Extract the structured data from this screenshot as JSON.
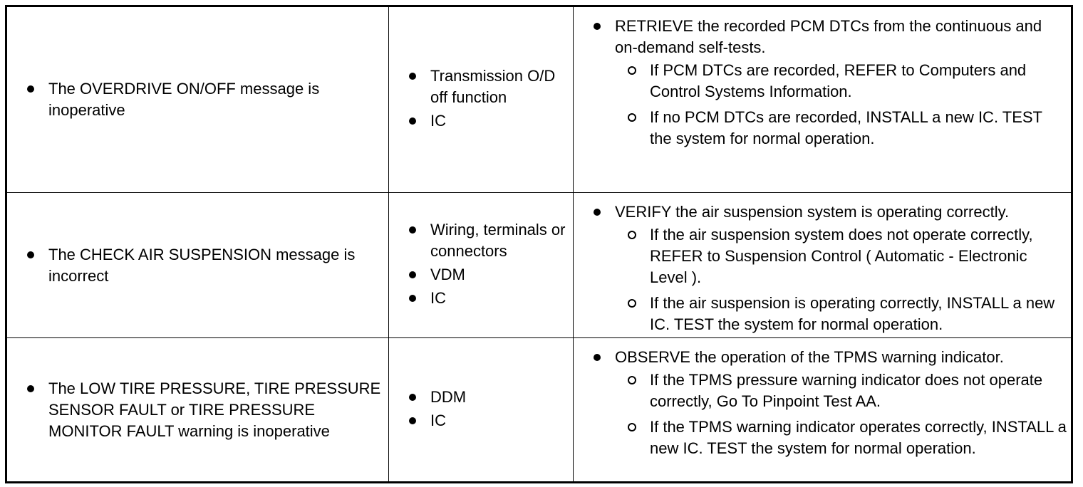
{
  "rows": [
    {
      "condition": "The OVERDRIVE ON/OFF message is inoperative",
      "sources": [
        "Transmission O/D off function",
        "IC"
      ],
      "action": {
        "main": "RETRIEVE the recorded PCM DTCs from the continuous and on-demand self-tests.",
        "subs": [
          "If PCM DTCs are recorded, REFER to Computers and Control Systems Information.",
          "If no PCM DTCs are recorded, INSTALL a new IC. TEST the system for normal operation."
        ]
      }
    },
    {
      "condition": "The CHECK AIR SUSPENSION message is incorrect",
      "sources": [
        "Wiring, terminals or connectors",
        "VDM",
        "IC"
      ],
      "action": {
        "main": "VERIFY the air suspension system is operating correctly.",
        "subs": [
          "If the air suspension system does not operate correctly, REFER to Suspension Control ( Automatic - Electronic Level ).",
          "If the air suspension is operating correctly, INSTALL a new IC. TEST the system for normal operation."
        ]
      }
    },
    {
      "condition": "The LOW TIRE PRESSURE, TIRE PRESSURE SENSOR FAULT or TIRE PRESSURE MONITOR FAULT warning is inoperative",
      "sources": [
        "DDM",
        "IC"
      ],
      "action": {
        "main": "OBSERVE the operation of the TPMS warning indicator.",
        "subs": [
          "If the TPMS pressure warning indicator does not operate correctly, Go To Pinpoint Test AA.",
          "If the TPMS warning indicator operates correctly, INSTALL a new IC. TEST the system for normal operation."
        ]
      }
    }
  ]
}
